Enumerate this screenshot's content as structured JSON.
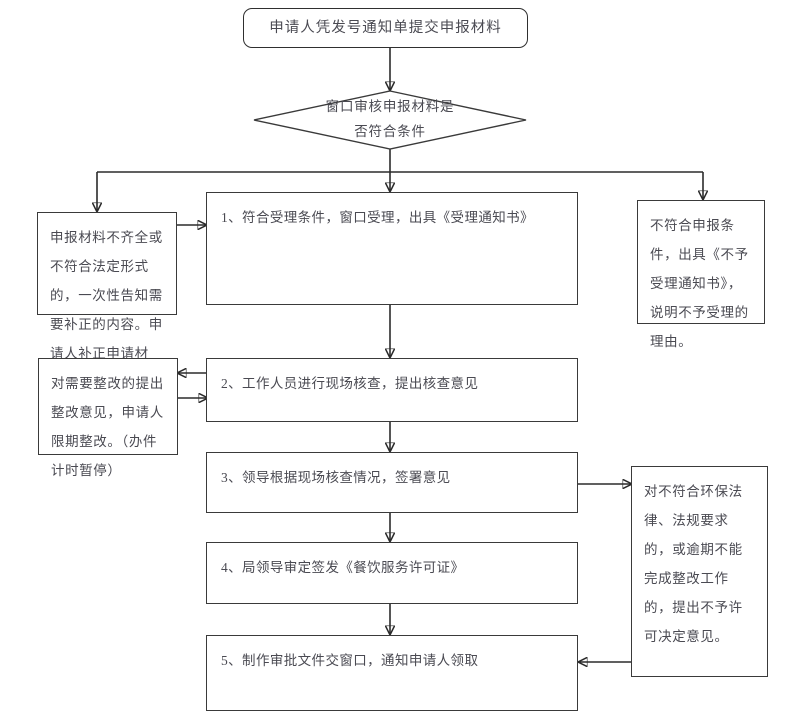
{
  "diagram": {
    "title_node": {
      "label": "申请人凭发号通知单提交申报材料"
    },
    "decision": {
      "line1": "窗口审核申报材料是",
      "line2": "否符合条件"
    },
    "nodes": {
      "supplement": "申报材料不齐全或不符合法定形式的，一次性告知需要补正的内容。申请人补正申请材料。",
      "reject_accept": "不符合申报条件，出具《不予受理通知书》，说明不予受理的理由。",
      "step1": "1、符合受理条件，窗口受理，出具《受理通知书》",
      "rectify": "对需要整改的提出整改意见，申请人限期整改。（办件计时暂停）",
      "step2": "2、工作人员进行现场核查，提出核查意见",
      "step3": "3、领导根据现场核查情况，签署意见",
      "step4": "4、局领导审定签发《餐饮服务许可证》",
      "step5": "5、制作审批文件交窗口，通知申请人领取",
      "no_permit": "对不符合环保法律、法规要求的，或逾期不能完成整改工作的，提出不予许可决定意见。"
    },
    "colors": {
      "border": "#3a3a3a",
      "text": "#4a4a52",
      "connector": "#2b2b2b",
      "background": "#ffffff"
    }
  }
}
